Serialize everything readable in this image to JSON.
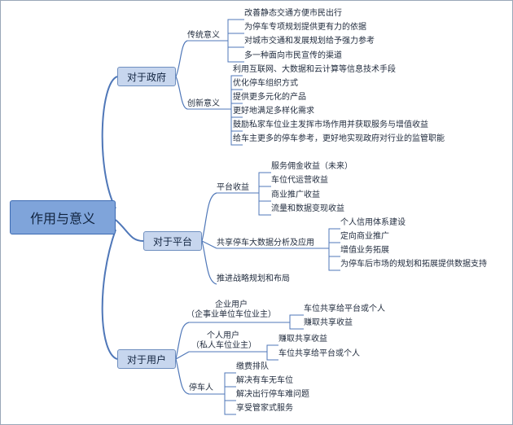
{
  "root": "作用与意义",
  "branches": [
    {
      "label": "对于政府",
      "groups": [
        {
          "label": "传统意义",
          "items": [
            "改善静态交通方便市民出行",
            "为停车专项规划提供更有力的依据",
            "对城市交通和发展规划给予强力参考",
            "多一种面向市民宣传的渠道"
          ]
        },
        {
          "label": "创新意义",
          "items": [
            "利用互联网、大数据和云计算等信息技术手段",
            "优化停车组织方式",
            "提供更多元化的产品",
            "更好地满足多样化需求",
            "鼓励私家车位业主发挥市场作用并获取服务与增值收益",
            "给车主更多的停车参考，更好地实现政府对行业的监管职能"
          ]
        }
      ]
    },
    {
      "label": "对于平台",
      "groups": [
        {
          "label": "平台收益",
          "items": [
            "服务佣金收益（未来）",
            "车位代运营收益",
            "商业推广收益",
            "流量和数据变现收益"
          ]
        },
        {
          "label": "共享停车大数据分析及应用",
          "items": [
            "个人信用体系建设",
            "定向商业推广",
            "增值业务拓展",
            "为停车后市场的规划和拓展提供数据支持"
          ]
        },
        {
          "label": "推进战略规划和布局",
          "items": []
        }
      ]
    },
    {
      "label": "对于用户",
      "groups": [
        {
          "label": "企业用户",
          "sublabel": "（企事业单位车位业主）",
          "items": [
            "车位共享给平台或个人",
            "赚取共享收益"
          ]
        },
        {
          "label": "个人用户",
          "sublabel": "（私人车位业主）",
          "items": [
            "赚取共享收益",
            "车位共享给平台或个人"
          ]
        },
        {
          "label": "停车人",
          "items": [
            "缴费排队",
            "解决有车无车位",
            "解决出行停车难问题",
            "享受管家式服务"
          ]
        }
      ]
    }
  ],
  "colors": {
    "link": "#4f77b8",
    "root_fill": "#7fa4da",
    "main_fill": "#c7d6ee"
  }
}
